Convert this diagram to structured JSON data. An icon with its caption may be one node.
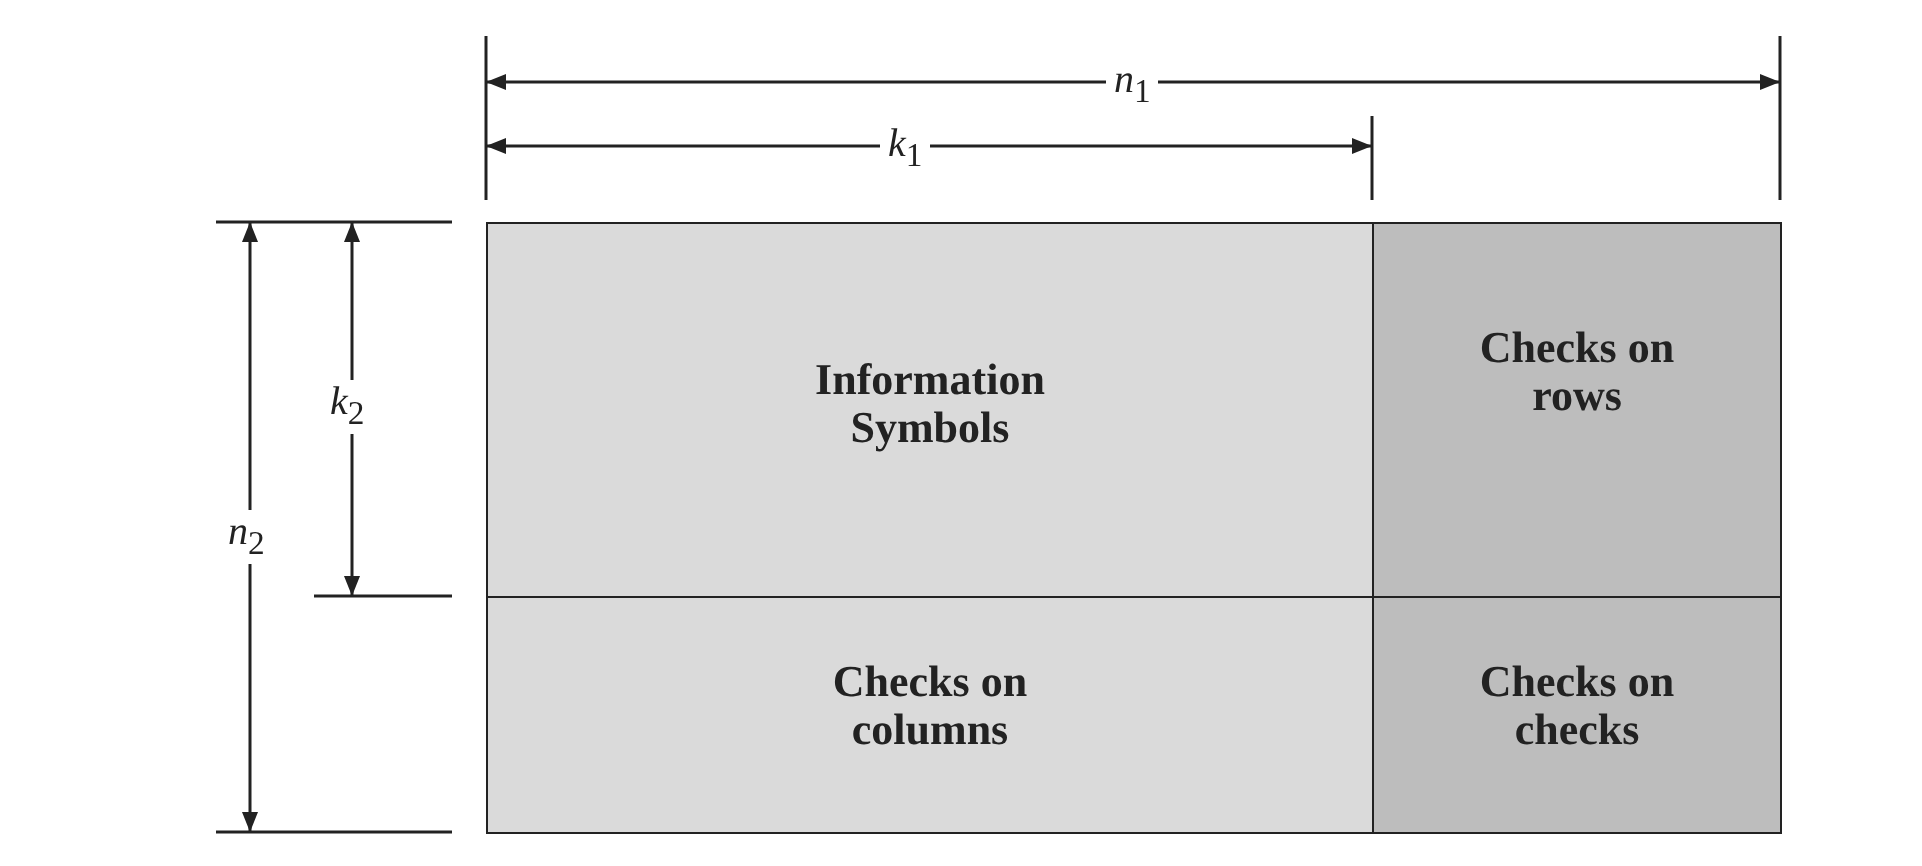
{
  "diagram": {
    "nodes": [
      {
        "text": [
          "Information Symbols"
        ]
      },
      {
        "text": [
          "Checks on rows"
        ]
      },
      {
        "text": [
          "Checks on columns"
        ]
      },
      {
        "text": [
          "Checks on checks"
        ]
      }
    ],
    "labels": [
      "*n*$_{1}$",
      "*k*$_{1}$",
      "*k*$_{2}$",
      "*n*$_{2}$"
    ]
  }
}
